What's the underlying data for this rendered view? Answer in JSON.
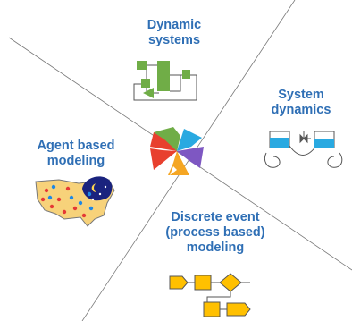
{
  "quadrants": {
    "dynamic_systems": {
      "line1": "Dynamic",
      "line2": "systems"
    },
    "system_dynamics": {
      "line1": "System",
      "line2": "dynamics"
    },
    "agent_based": {
      "line1": "Agent based",
      "line2": "modeling"
    },
    "discrete_event": {
      "line1": "Discrete event",
      "line2": "(process based)",
      "line3": "modeling"
    }
  },
  "colors": {
    "label": "#2f6fb5",
    "green": "#70ad47",
    "blue": "#29a9e1",
    "red": "#e8402e",
    "orange": "#f5a623",
    "purple": "#7e57c2",
    "gold": "#ffc000",
    "map": "#f7d27a"
  },
  "icons": {
    "center": "anylogic-pinwheel-logo-icon",
    "dynamic_systems": "block-diagram-icon",
    "system_dynamics": "stock-and-flow-icon",
    "agent_based": "usa-map-agents-icon",
    "discrete_event": "process-flowchart-icon"
  }
}
